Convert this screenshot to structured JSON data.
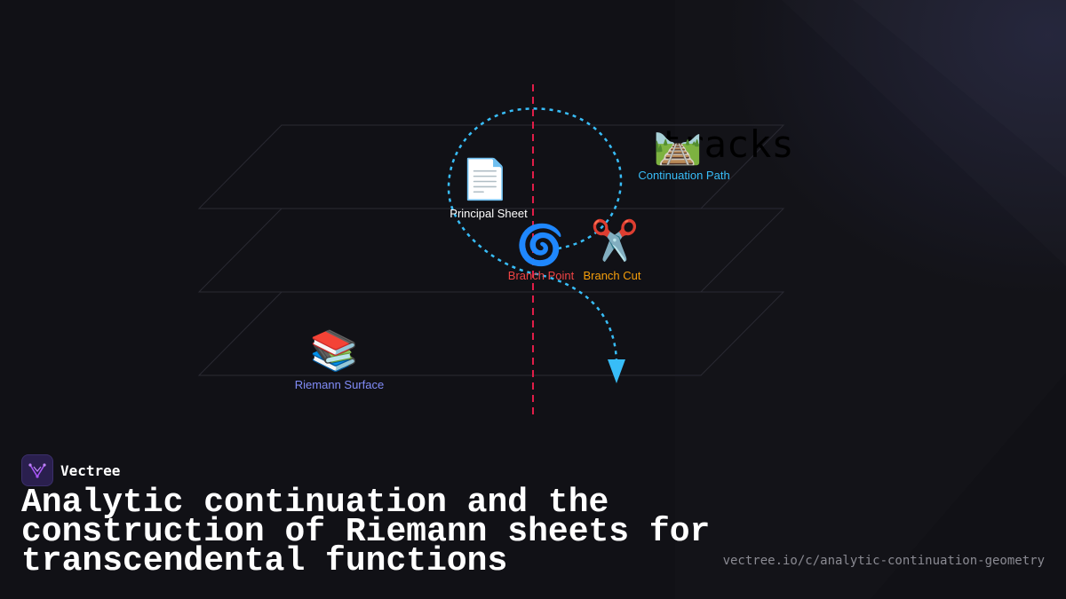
{
  "colors": {
    "background": "#111116",
    "continuation_path": "#38bdf8",
    "branch_cut_line": "#e11d48",
    "principal_sheet_label": "#ffffff",
    "continuation_label": "#38bdf8",
    "branch_point_label": "#ef4444",
    "branch_cut_label": "#f59e0b",
    "riemann_label": "#818cf8"
  },
  "diagram": {
    "sheets_count": 3,
    "nodes": [
      {
        "id": "principal_sheet",
        "label": "Principal Sheet",
        "icon": "page-facing-up-icon",
        "glyph": "📄"
      },
      {
        "id": "continuation_path",
        "label": "Continuation Path",
        "icon": "railway-track-icon",
        "glyph": "🛤️"
      },
      {
        "id": "branch_point",
        "label": "Branch Point",
        "icon": "cyclone-icon",
        "glyph": "🌀"
      },
      {
        "id": "branch_cut",
        "label": "Branch Cut",
        "icon": "scissors-icon",
        "glyph": "✂️"
      },
      {
        "id": "riemann_surface",
        "label": "Riemann Surface",
        "icon": "books-icon",
        "glyph": "📚"
      }
    ],
    "overlay_word": "tracks"
  },
  "brand": {
    "name": "Vectree",
    "logo_icon": "vectree-logo-icon"
  },
  "headline": "Analytic continuation and the construction of Riemann sheets for transcendental functions",
  "url": "vectree.io/c/analytic-continuation-geometry"
}
